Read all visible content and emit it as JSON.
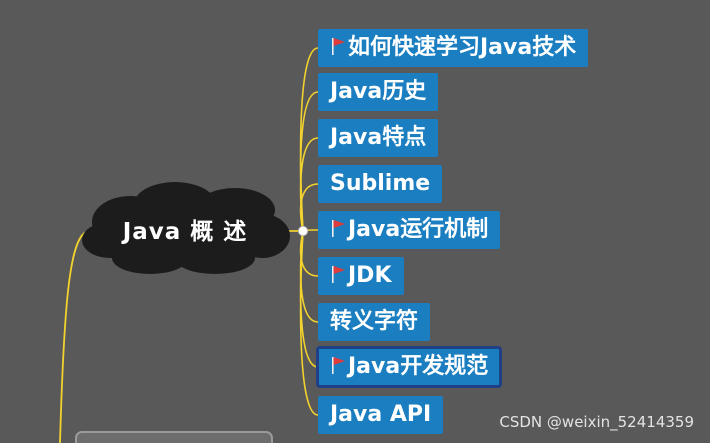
{
  "root": {
    "label": "Java 概 述"
  },
  "branches": [
    {
      "label": "如何快速学习Java技术",
      "flag": true,
      "selected": false
    },
    {
      "label": "Java历史",
      "flag": false,
      "selected": false
    },
    {
      "label": "Java特点",
      "flag": false,
      "selected": false
    },
    {
      "label": "Sublime",
      "flag": false,
      "selected": false
    },
    {
      "label": "Java运行机制",
      "flag": true,
      "selected": false
    },
    {
      "label": "JDK",
      "flag": true,
      "selected": false
    },
    {
      "label": "转义字符",
      "flag": false,
      "selected": false
    },
    {
      "label": "Java开发规范",
      "flag": true,
      "selected": true
    },
    {
      "label": "Java API",
      "flag": false,
      "selected": false
    }
  ],
  "watermark": "CSDN @weixin_52414359",
  "colors": {
    "background": "#595959",
    "node": "#1a7ec0",
    "connector": "#f2d22e",
    "cloud": "#1c1c1c",
    "flag": "#e03a3a",
    "selection": "#1f3f86"
  }
}
